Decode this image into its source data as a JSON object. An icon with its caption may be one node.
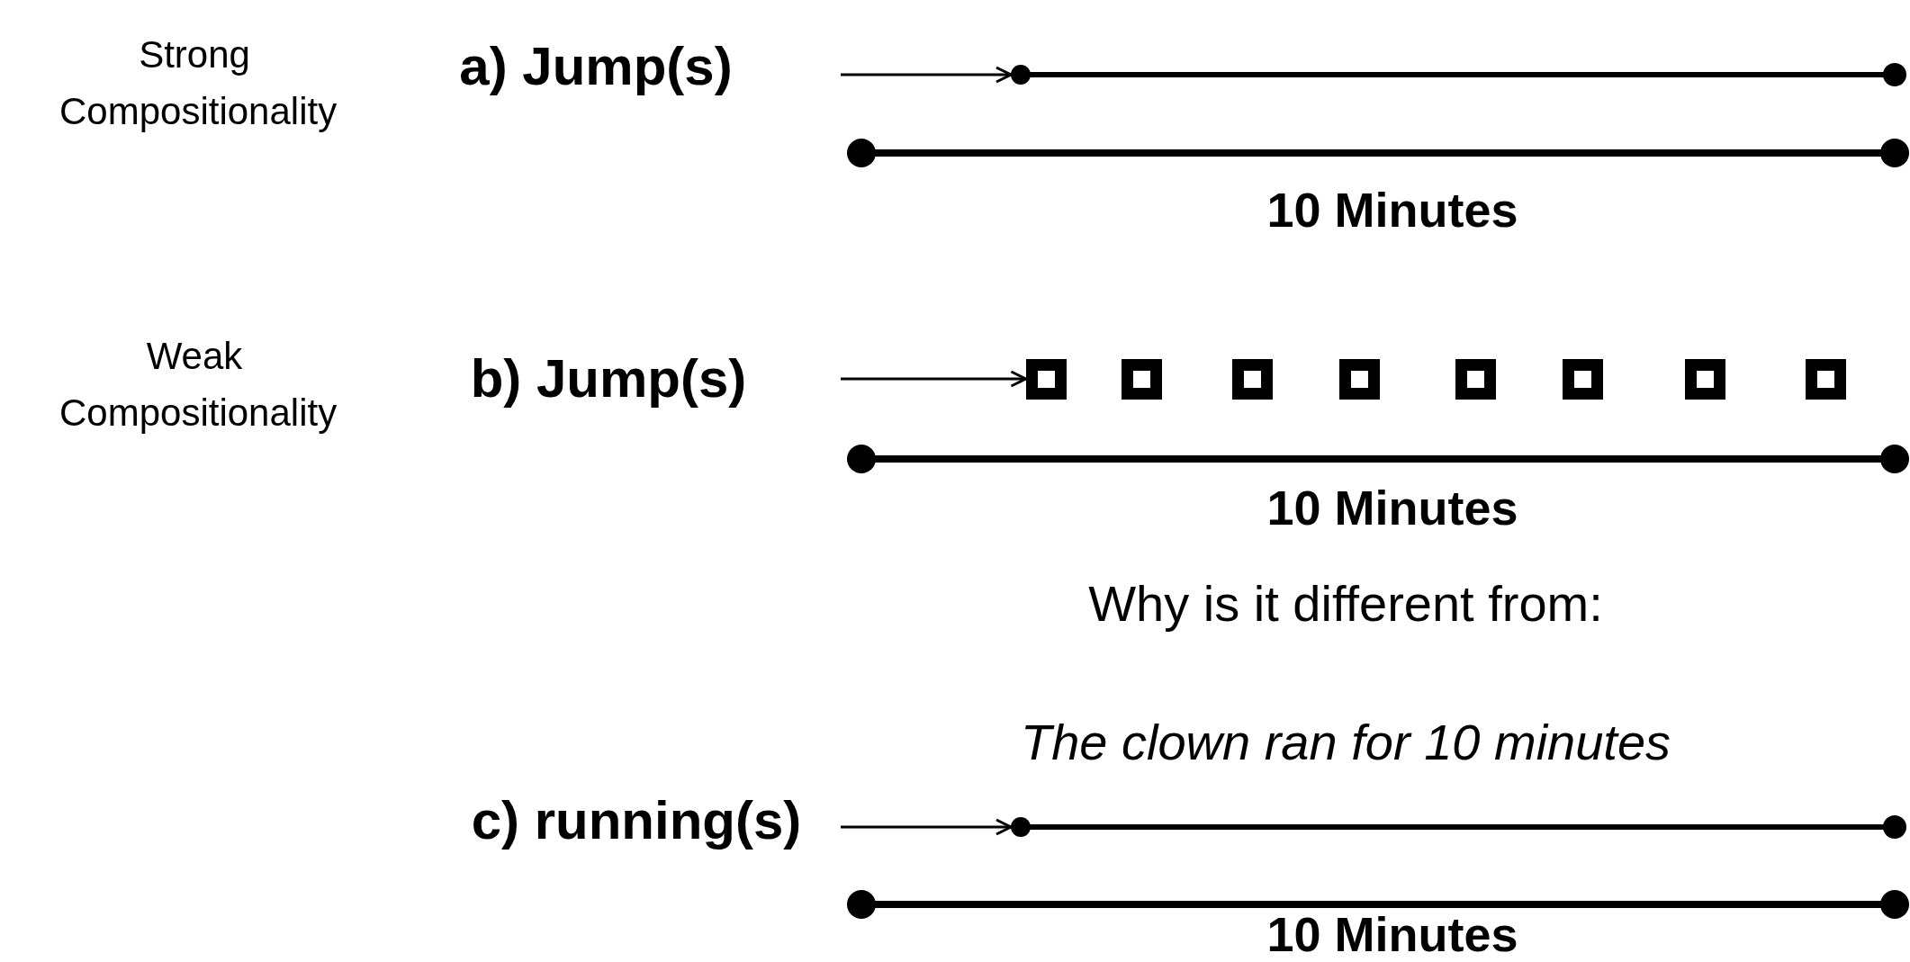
{
  "diagram": {
    "nodes": [
      {
        "text": [
          "a) Jump(s)"
        ]
      },
      {
        "text": [],
        "shape": "bar"
      },
      {
        "text": [
          "b) Jump(s)"
        ]
      },
      {
        "text": [],
        "shape": "box"
      },
      {
        "text": [],
        "shape": "box"
      },
      {
        "text": [],
        "shape": "box"
      },
      {
        "text": [],
        "shape": "box"
      },
      {
        "text": [],
        "shape": "box"
      },
      {
        "text": [],
        "shape": "box"
      },
      {
        "text": [],
        "shape": "box"
      },
      {
        "text": [],
        "shape": "box"
      },
      {
        "text": [
          "c) running(s)"
        ]
      },
      {
        "text": [],
        "shape": "bar"
      }
    ],
    "edges": [
      {
        "from": 0,
        "to": 1,
        "arrow": "to"
      },
      {
        "from": 2,
        "to": 3,
        "arrow": "to"
      },
      {
        "from": 11,
        "to": 12,
        "arrow": "to"
      }
    ],
    "labels": [
      "Strong Compositionality",
      "10 Minutes",
      "Weak Compositionality",
      "10 Minutes",
      "Why is it different from:",
      "The clown ran for 10 minutes",
      "10 Minutes"
    ]
  }
}
